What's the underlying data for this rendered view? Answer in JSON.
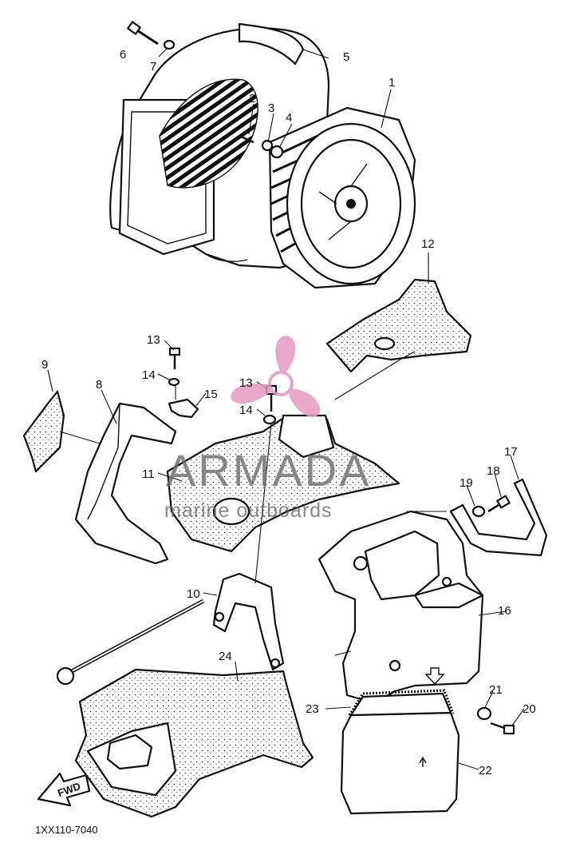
{
  "callouts": [
    {
      "id": "c1",
      "label": "1"
    },
    {
      "id": "c2",
      "label": "2"
    },
    {
      "id": "c3",
      "label": "3"
    },
    {
      "id": "c4",
      "label": "4"
    },
    {
      "id": "c5",
      "label": "5"
    },
    {
      "id": "c6",
      "label": "6"
    },
    {
      "id": "c7",
      "label": "7"
    },
    {
      "id": "c8",
      "label": "8"
    },
    {
      "id": "c9",
      "label": "9"
    },
    {
      "id": "c10",
      "label": "10"
    },
    {
      "id": "c11",
      "label": "11"
    },
    {
      "id": "c12",
      "label": "12"
    },
    {
      "id": "c13a",
      "label": "13"
    },
    {
      "id": "c13b",
      "label": "13"
    },
    {
      "id": "c14a",
      "label": "14"
    },
    {
      "id": "c14b",
      "label": "14"
    },
    {
      "id": "c15",
      "label": "15"
    },
    {
      "id": "c16",
      "label": "16"
    },
    {
      "id": "c17",
      "label": "17"
    },
    {
      "id": "c18",
      "label": "18"
    },
    {
      "id": "c19",
      "label": "19"
    },
    {
      "id": "c20",
      "label": "20"
    },
    {
      "id": "c21",
      "label": "21"
    },
    {
      "id": "c22",
      "label": "22"
    },
    {
      "id": "c23",
      "label": "23"
    },
    {
      "id": "c24",
      "label": "24"
    }
  ],
  "diagram_code": "1XX110-7040",
  "fwd_label": "FWD",
  "watermark": {
    "title": "ARMADA",
    "subtitle": "marine outboards",
    "color": "#e59ac0"
  }
}
